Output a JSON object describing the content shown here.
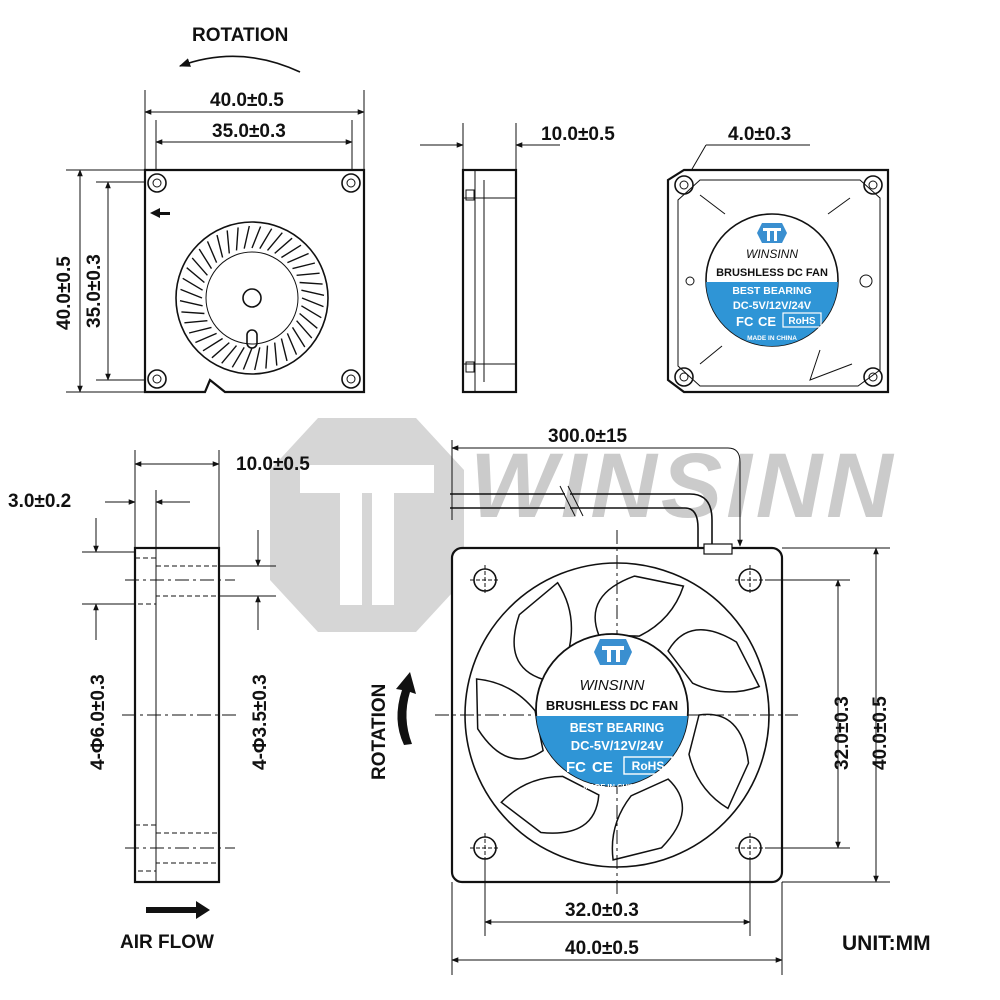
{
  "watermark": {
    "text": "WINSINN"
  },
  "blower_front": {
    "rotation_label": "ROTATION",
    "width_outer": "40.0±0.5",
    "width_holes": "35.0±0.3",
    "height_outer": "40.0±0.5",
    "height_holes": "35.0±0.3"
  },
  "blower_side": {
    "thickness": "10.0±0.5"
  },
  "blower_back": {
    "hole_dia": "4.0±0.3",
    "brand": "WINSINN",
    "product": "BRUSHLESS DC FAN",
    "bearing": "BEST BEARING",
    "voltage": "DC-5V/12V/24V",
    "fcc": "FC",
    "ce": "CE",
    "rohs": "RoHS",
    "origin": "MADE IN CHINA"
  },
  "axial_side": {
    "thickness": "10.0±0.5",
    "flange": "3.0±0.2",
    "counterbore": "4-Φ6.0±0.3",
    "through_hole": "4-Φ3.5±0.3",
    "airflow_label": "AIR FLOW"
  },
  "axial_front": {
    "cable_length": "300.0±15",
    "rotation_label": "ROTATION",
    "hole_spacing_v": "32.0±0.3",
    "outer_v": "40.0±0.5",
    "hole_spacing_h": "32.0±0.3",
    "outer_h": "40.0±0.5",
    "brand": "WINSINN",
    "product": "BRUSHLESS DC FAN",
    "bearing": "BEST BEARING",
    "voltage": "DC-5V/12V/24V",
    "fcc": "FC",
    "ce": "CE",
    "rohs": "RoHS",
    "origin": "MADE IN CHINA"
  },
  "unit_label": "UNIT:MM",
  "colors": {
    "label_blue": "#2f95d6",
    "logo_blue": "#3a8fd0",
    "watermark_gray": "#c8c8c8",
    "line": "#111111"
  }
}
